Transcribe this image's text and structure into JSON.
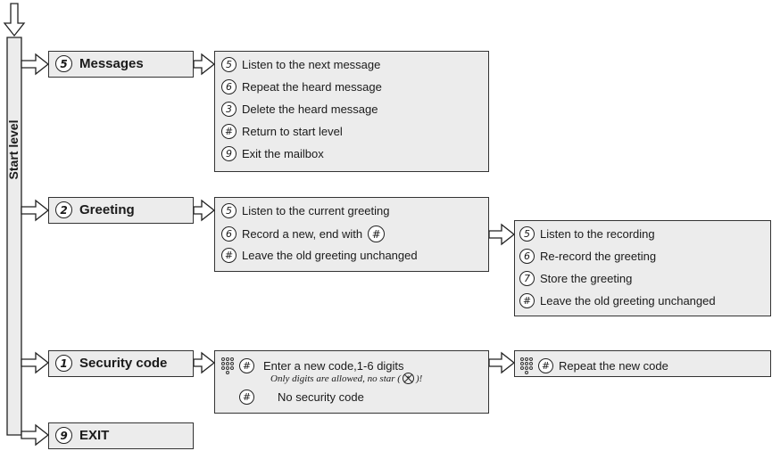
{
  "start_level": "Start level",
  "menus": [
    {
      "key": "5",
      "label": "Messages"
    },
    {
      "key": "2",
      "label": "Greeting"
    },
    {
      "key": "1",
      "label": "Security code"
    },
    {
      "key": "9",
      "label": "EXIT"
    }
  ],
  "messages_box": [
    {
      "key": "5",
      "text": "Listen to the next message"
    },
    {
      "key": "6",
      "text": "Repeat the heard message"
    },
    {
      "key": "3",
      "text": "Delete the heard message"
    },
    {
      "key": "#",
      "text": "Return to start level"
    },
    {
      "key": "9",
      "text": "Exit the mailbox"
    }
  ],
  "greeting_box": [
    {
      "key": "5",
      "text": "Listen to the current greeting"
    },
    {
      "key": "6",
      "text": "Record a new, end with",
      "trailing_key": "#"
    },
    {
      "key": "#",
      "text": "Leave the old greeting unchanged"
    }
  ],
  "recording_box": [
    {
      "key": "5",
      "text": "Listen to the recording"
    },
    {
      "key": "6",
      "text": "Re-record the greeting"
    },
    {
      "key": "7",
      "text": "Store the greeting"
    },
    {
      "key": "#",
      "text": "Leave the old greeting unchanged"
    }
  ],
  "security_box": {
    "enter_key": "#",
    "enter_text": "Enter a new code,1-6 digits",
    "note_text": "Only digits are allowed, no star (",
    "note_end": ")!",
    "star_symbol": "*",
    "none_key": "#",
    "none_text": "No security code"
  },
  "repeat_box": {
    "key": "#",
    "text": "Repeat the new code"
  }
}
